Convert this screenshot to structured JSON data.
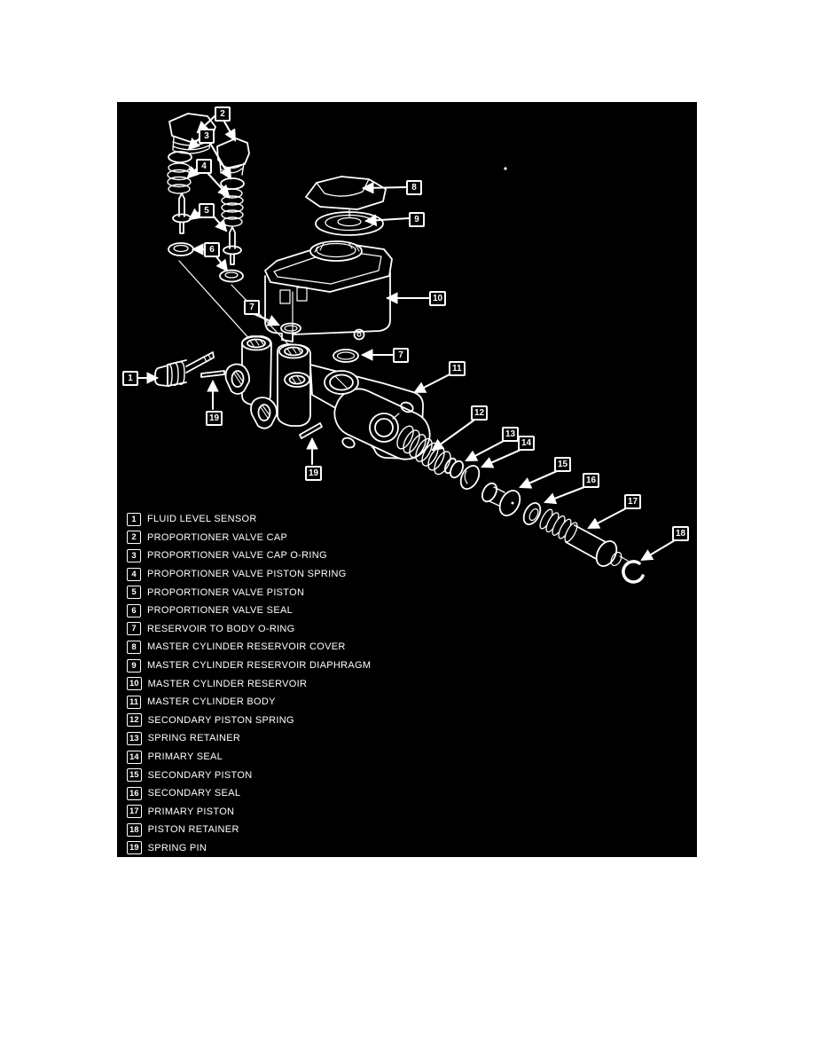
{
  "page": {
    "background_color": "#ffffff"
  },
  "diagram": {
    "background_color": "#000000",
    "line_color": "#ffffff",
    "callouts": [
      "1",
      "2",
      "3",
      "4",
      "5",
      "6",
      "7",
      "7",
      "8",
      "9",
      "10",
      "11",
      "12",
      "13",
      "14",
      "15",
      "16",
      "17",
      "18",
      "19",
      "19"
    ],
    "legend": [
      {
        "num": "1",
        "label": "FLUID LEVEL SENSOR"
      },
      {
        "num": "2",
        "label": "PROPORTIONER VALVE CAP"
      },
      {
        "num": "3",
        "label": "PROPORTIONER VALVE CAP O-RING"
      },
      {
        "num": "4",
        "label": "PROPORTIONER VALVE PISTON SPRING"
      },
      {
        "num": "5",
        "label": "PROPORTIONER VALVE PISTON"
      },
      {
        "num": "6",
        "label": "PROPORTIONER VALVE SEAL"
      },
      {
        "num": "7",
        "label": "RESERVOIR TO BODY O-RING"
      },
      {
        "num": "8",
        "label": "MASTER CYLINDER RESERVOIR COVER"
      },
      {
        "num": "9",
        "label": "MASTER CYLINDER RESERVOIR DIAPHRAGM"
      },
      {
        "num": "10",
        "label": "MASTER CYLINDER RESERVOIR"
      },
      {
        "num": "11",
        "label": "MASTER CYLINDER BODY"
      },
      {
        "num": "12",
        "label": "SECONDARY PISTON SPRING"
      },
      {
        "num": "13",
        "label": "SPRING RETAINER"
      },
      {
        "num": "14",
        "label": "PRIMARY SEAL"
      },
      {
        "num": "15",
        "label": "SECONDARY PISTON"
      },
      {
        "num": "16",
        "label": "SECONDARY SEAL"
      },
      {
        "num": "17",
        "label": "PRIMARY PISTON"
      },
      {
        "num": "18",
        "label": "PISTON RETAINER"
      },
      {
        "num": "19",
        "label": "SPRING PIN"
      }
    ]
  }
}
